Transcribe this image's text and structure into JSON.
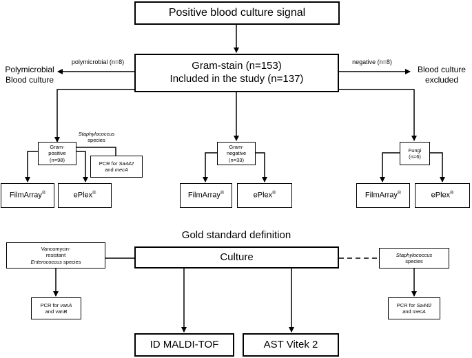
{
  "top": {
    "signal": "Positive blood culture signal"
  },
  "gram_stain": {
    "line1": "Gram-stain (n=153)",
    "line2": "Included in the study (n=137)"
  },
  "left_branch": {
    "edge_label": "polymicrobial (n=8)",
    "result_line1": "Polymicrobial",
    "result_line2": "Blood culture"
  },
  "right_branch": {
    "edge_label": "negative (n=8)",
    "result_line1": "Blood culture",
    "result_line2": "excluded"
  },
  "gram_positive": {
    "line1": "Gram-",
    "line2": "positive",
    "line3": "(n=98)",
    "staph_line1": "Staphylococcus",
    "staph_line2": "species",
    "pcr_line1_prefix": "PCR for ",
    "pcr_line1_gene": "Sa442",
    "pcr_line2_prefix": "and ",
    "pcr_line2_gene": "mecA"
  },
  "gram_negative": {
    "line1": "Gram-",
    "line2": "negative",
    "line3": "(n=33)"
  },
  "fungi": {
    "line1": "Fungi",
    "line2": "(n=6)"
  },
  "platforms": {
    "filmarray": "FilmArray",
    "eplex": "ePlex",
    "reg": "®"
  },
  "gold_standard": {
    "title": "Gold standard definition",
    "culture": "Culture",
    "vre_line1": "Vancomycin-",
    "vre_line2": "resistant",
    "vre_line3_italic": "Enterococcus",
    "vre_line3_rest": " species",
    "pcr_van_line1_prefix": "PCR for ",
    "pcr_van_line1_gene": "vanA",
    "pcr_van_line2_prefix": "and ",
    "pcr_van_line2_gene": "vanB",
    "staph_line1": "Staphylococcus",
    "staph_line2": "species",
    "pcr_sa_line1_prefix": "PCR for ",
    "pcr_sa_line1_gene": "Sa442",
    "pcr_sa_line2_prefix": "and ",
    "pcr_sa_line2_gene": "mecA",
    "id_method": "ID MALDI-TOF",
    "ast_method": "AST Vitek 2"
  }
}
